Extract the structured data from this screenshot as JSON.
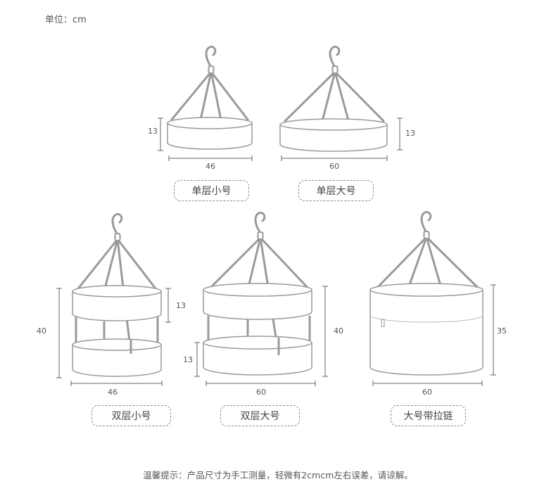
{
  "unit_label": "单位：cm",
  "products": [
    {
      "name": "单层小号",
      "diameter": "46",
      "height": "13"
    },
    {
      "name": "单层大号",
      "diameter": "60",
      "height": "13"
    },
    {
      "name": "双层小号",
      "diameter": "46",
      "total_height": "40",
      "tier_height": "13"
    },
    {
      "name": "双层大号",
      "diameter": "60",
      "total_height": "40",
      "tier_height": "13"
    },
    {
      "name": "大号带拉链",
      "diameter": "60",
      "height": "35"
    }
  ],
  "footnote": "温馨提示：产品尺寸为手工测量，轻微有2cmcm左右误差，请谅解。",
  "colors": {
    "frame": "#8c8c8c",
    "strap": "#9a9a9a",
    "outline": "#999999",
    "dim_line": "#666666"
  }
}
